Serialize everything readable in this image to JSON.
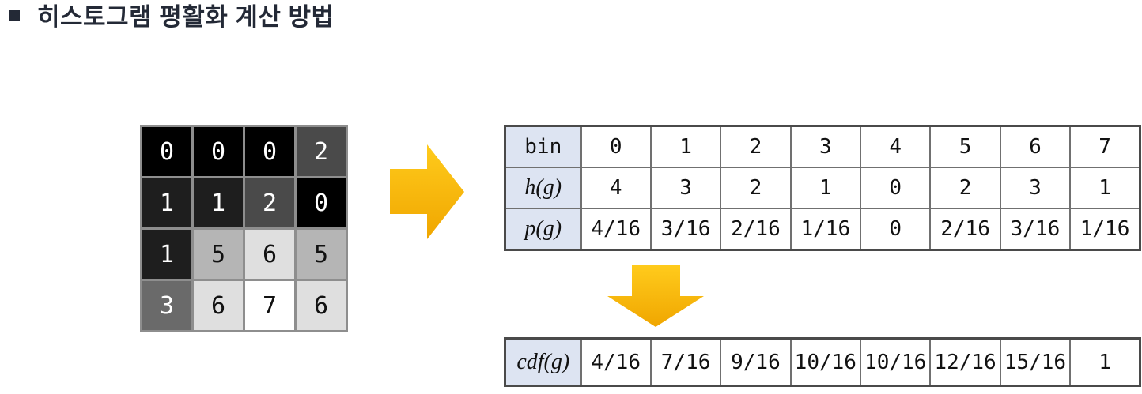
{
  "title": {
    "text": "히스토그램 평활화 계산 방법"
  },
  "matrix": {
    "cells": [
      {
        "v": "0",
        "css": "background:#000000;color:#ffffff"
      },
      {
        "v": "0",
        "css": "background:#000000;color:#ffffff"
      },
      {
        "v": "0",
        "css": "background:#000000;color:#ffffff"
      },
      {
        "v": "2",
        "css": "background:#4a4a4a;color:#ffffff"
      },
      {
        "v": "1",
        "css": "background:#1e1e1e;color:#ffffff"
      },
      {
        "v": "1",
        "css": "background:#1e1e1e;color:#ffffff"
      },
      {
        "v": "2",
        "css": "background:#4a4a4a;color:#ffffff"
      },
      {
        "v": "0",
        "css": "background:#000000;color:#ffffff"
      },
      {
        "v": "1",
        "css": "background:#1e1e1e;color:#ffffff"
      },
      {
        "v": "5",
        "css": "background:#b5b5b5;color:#111111"
      },
      {
        "v": "6",
        "css": "background:#dfdfdf;color:#111111"
      },
      {
        "v": "5",
        "css": "background:#b5b5b5;color:#111111"
      },
      {
        "v": "3",
        "css": "background:#6a6a6a;color:#ffffff"
      },
      {
        "v": "6",
        "css": "background:#dfdfdf;color:#111111"
      },
      {
        "v": "7",
        "css": "background:#ffffff;color:#111111"
      },
      {
        "v": "6",
        "css": "background:#dfdfdf;color:#111111"
      }
    ]
  },
  "tables": {
    "histogram": {
      "row_labels": [
        "bin",
        "h(g)",
        "p(g)"
      ],
      "bin": [
        "0",
        "1",
        "2",
        "3",
        "4",
        "5",
        "6",
        "7"
      ],
      "h": [
        "4",
        "3",
        "2",
        "1",
        "0",
        "2",
        "3",
        "1"
      ],
      "p": [
        "4/16",
        "3/16",
        "2/16",
        "1/16",
        "0",
        "2/16",
        "3/16",
        "1/16"
      ]
    },
    "cdf": {
      "row_label": "cdf(g)",
      "values": [
        "4/16",
        "7/16",
        "9/16",
        "10/16",
        "10/16",
        "12/16",
        "15/16",
        "1"
      ]
    }
  },
  "colors": {
    "arrow_top": "#ffcb1c",
    "arrow_bottom": "#f0a600",
    "header_cell_bg": "#dde4f2",
    "title_text": "#232936"
  }
}
